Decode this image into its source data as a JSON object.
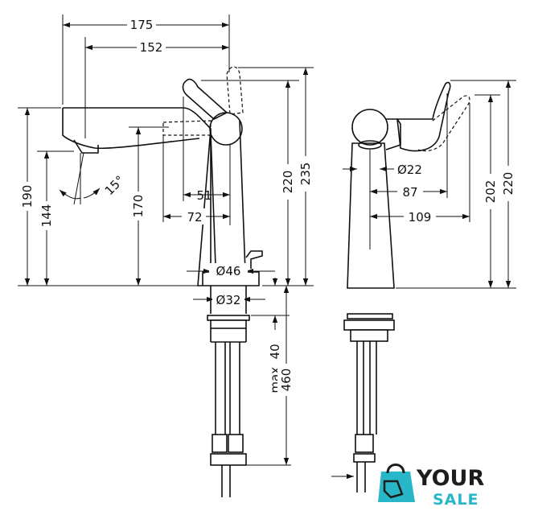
{
  "dimensions": {
    "front": {
      "w175": "175",
      "w152": "152",
      "h190": "190",
      "h144": "144",
      "angle15": "15°",
      "h170": "170",
      "w51": "51",
      "w72": "72",
      "h220": "220",
      "h235": "235",
      "d46": "Ø46",
      "d32": "Ø32",
      "max40": "max. 40",
      "h460": "460"
    },
    "side": {
      "d22": "Ø22",
      "w87": "87",
      "w109": "109",
      "h202": "202",
      "h220": "220"
    }
  },
  "brand": {
    "line1": "YOUR",
    "line2": "SALE",
    "colors": {
      "dark": "#1d1d1b",
      "accent": "#28b7c8"
    }
  }
}
